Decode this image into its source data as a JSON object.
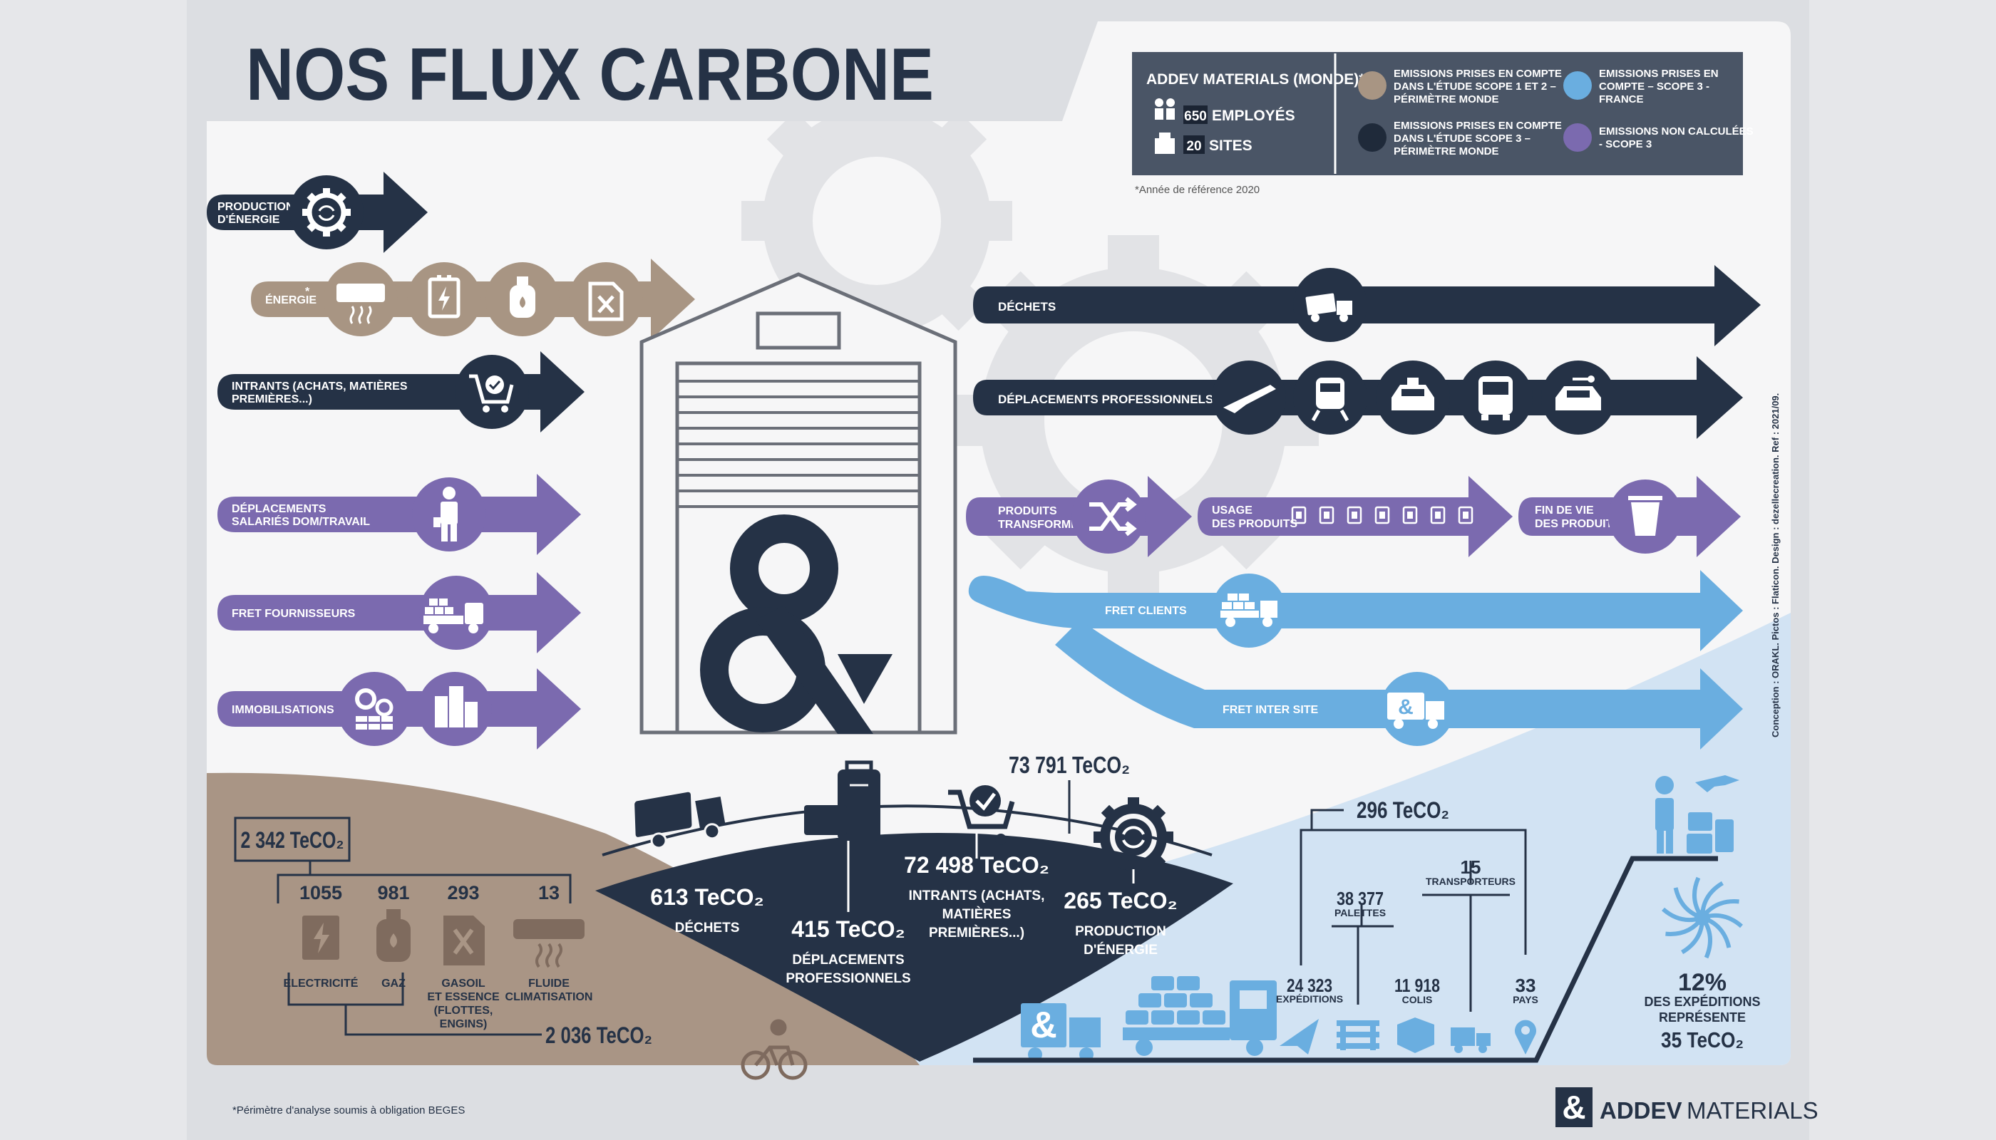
{
  "title": "NOS FLUX CARBONE",
  "colors": {
    "navy": "#253246",
    "taupe": "#a89583",
    "purple": "#7b6aaf",
    "sky": "#6aaee0",
    "light_blue": "#d2e3f3",
    "gear_gray": "#e3e4e6",
    "white": "#ffffff"
  },
  "legend": {
    "company": "ADDEV MATERIALS (MONDE)*",
    "employees_value": "650",
    "employees_label": "EMPLOYÉS",
    "sites_value": "20",
    "sites_label": "SITES",
    "items": [
      {
        "color": "#a89583",
        "text": [
          "EMISSIONS PRISES EN COMPTE",
          "DANS L'ÉTUDE SCOPE 1 ET 2 –",
          "PÉRIMÈTRE MONDE"
        ]
      },
      {
        "color": "#1f2a3a",
        "text": [
          "EMISSIONS PRISES EN COMPTE",
          "DANS L'ÉTUDE SCOPE 3 –",
          "PÉRIMÈTRE MONDE"
        ]
      },
      {
        "color": "#6aaee0",
        "text": [
          "EMISSIONS PRISES EN",
          "COMPTE – SCOPE 3 -",
          "FRANCE"
        ]
      },
      {
        "color": "#7b6aaf",
        "text": [
          "EMISSIONS NON CALCULÉES",
          "- SCOPE 3"
        ]
      }
    ],
    "reference_note": "*Année de référence 2020"
  },
  "left_flows": [
    {
      "label": [
        "PRODUCTION",
        "D'ÉNERGIE"
      ],
      "icons": [
        "energy-cycle-icon"
      ],
      "color": "#253246"
    },
    {
      "label": [
        "ÉNERGIE"
      ],
      "star": "*",
      "icons": [
        "air-conditioner-icon",
        "battery-icon",
        "gas-bottle-icon",
        "jerrycan-icon"
      ],
      "color": "#a89583"
    },
    {
      "label": [
        "INTRANTS (ACHATS, MATIÈRES",
        "PREMIÈRES...)"
      ],
      "icons": [
        "shopping-cart-icon"
      ],
      "color": "#253246"
    },
    {
      "label": [
        "DÉPLACEMENTS",
        "SALARIÉS DOM/TRAVAIL"
      ],
      "icons": [
        "employee-icon"
      ],
      "color": "#7b6aaf"
    },
    {
      "label": [
        "FRET FOURNISSEURS"
      ],
      "icons": [
        "delivery-truck-icon"
      ],
      "color": "#7b6aaf"
    },
    {
      "label": [
        "IMMOBILISATIONS"
      ],
      "icons": [
        "gears-icon",
        "buildings-icon"
      ],
      "color": "#7b6aaf"
    }
  ],
  "right_flows": {
    "waste": {
      "label": "DÉCHETS"
    },
    "business_travel": {
      "label": "DÉPLACEMENTS PROFESSIONNELS"
    },
    "transformed_products": {
      "label": [
        "PRODUITS",
        "TRANSFORMÉS"
      ]
    },
    "product_use": {
      "label": [
        "USAGE",
        "DES PRODUITS"
      ]
    },
    "end_of_life": {
      "label": [
        "FIN DE VIE",
        "DES PRODUITS"
      ]
    },
    "customer_freight": {
      "label": "FRET CLIENTS"
    },
    "inter_site_freight": {
      "label": "FRET INTER SITE"
    }
  },
  "scope12": {
    "total": "2 342 TeCO₂",
    "items": [
      {
        "value": "1055",
        "label": [
          "ELECTRICITÉ"
        ]
      },
      {
        "value": "981",
        "label": [
          "GAZ"
        ]
      },
      {
        "value": "293",
        "label": [
          "GASOIL",
          "ET ESSENCE",
          "(FLOTTES,",
          "ENGINS)"
        ]
      },
      {
        "value": "13",
        "label": [
          "FLUIDE",
          "CLIMATISATION"
        ]
      }
    ],
    "subtotal": "2 036 TeCO₂"
  },
  "scope3": {
    "total": "73 791 TeCO₂",
    "items": [
      {
        "value": "613 TeCO₂",
        "label": [
          "DÉCHETS"
        ]
      },
      {
        "value": "415 TeCO₂",
        "label": [
          "DÉPLACEMENTS",
          "PROFESSIONNELS"
        ]
      },
      {
        "value": "72 498 TeCO₂",
        "label": [
          "INTRANTS (ACHATS,",
          "MATIÈRES",
          "PREMIÈRES...)"
        ]
      },
      {
        "value": "265 TeCO₂",
        "label": [
          "PRODUCTION",
          "D'ÉNERGIE"
        ]
      }
    ]
  },
  "freight": {
    "total": "296 TeCO₂",
    "carriers_value": "15",
    "carriers_label": "TRANSPORTEURS",
    "pallets_value": "38 377",
    "pallets_label": "PALETTES",
    "shipments_value": "24 323",
    "shipments_label": "EXPÉDITIONS",
    "parcels_value": "11 918",
    "parcels_label": "COLIS",
    "countries_value": "33",
    "countries_label": "PAYS"
  },
  "share": {
    "percent": "12%",
    "label": [
      "DES EXPÉDITIONS",
      "REPRÉSENTE"
    ],
    "value": "35 TeCO₂"
  },
  "footnote": "*Périmètre d'analyse soumis à obligation BEGES",
  "credit": "Conception : ORAKL. Pictos : Flaticon. Design : dezellecreation. Ref : 2021/09.",
  "brand": {
    "name_bold": "ADDEV",
    "name_light": "MATERIALS"
  }
}
